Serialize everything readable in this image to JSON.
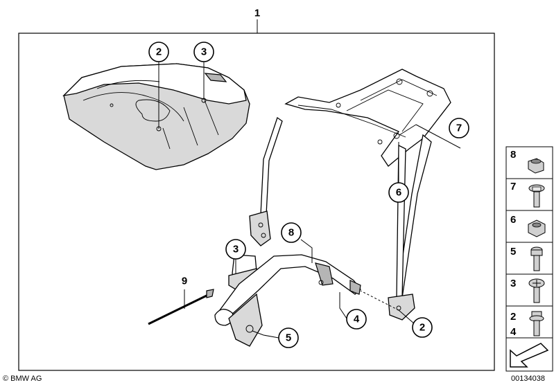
{
  "main_callout": "1",
  "callouts": {
    "c2_top": "2",
    "c3_top": "3",
    "c7": "7",
    "c6": "6",
    "c8": "8",
    "c3_bracket": "3",
    "c9": "9",
    "c4": "4",
    "c5": "5",
    "c2_bottom": "2"
  },
  "legend": [
    {
      "label": "8",
      "icon": "nut-icon"
    },
    {
      "label": "7",
      "icon": "flange-bolt-icon"
    },
    {
      "label": "6",
      "icon": "hex-nut-icon"
    },
    {
      "label": "5",
      "icon": "bolt-icon"
    },
    {
      "label": "3",
      "icon": "pan-head-screw-icon"
    },
    {
      "label": "2",
      "label2": "4",
      "icon": "collar-bolt-icon"
    },
    {
      "label": "",
      "icon": "arrow-icon"
    }
  ],
  "footer": {
    "copyright": "© BMW AG",
    "reference": "00134038"
  }
}
